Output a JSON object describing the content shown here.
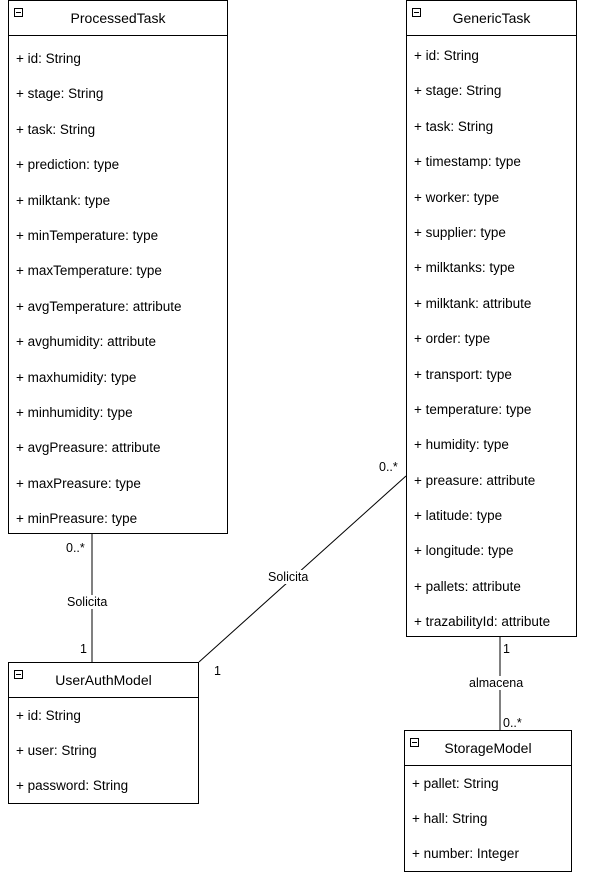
{
  "classes": {
    "processed_task": {
      "name": "ProcessedTask",
      "attributes": [
        "+ id: String",
        "+ stage: String",
        "+ task: String",
        "+ prediction: type",
        "+ milktank: type",
        "+ minTemperature: type",
        "+ maxTemperature: type",
        "+ avgTemperature: attribute",
        "+ avghumidity: attribute",
        "+ maxhumidity: type",
        "+ minhumidity: type",
        "+ avgPreasure: attribute",
        "+ maxPreasure: type",
        "+ minPreasure: type"
      ]
    },
    "generic_task": {
      "name": "GenericTask",
      "attributes": [
        "+ id: String",
        "+ stage: String",
        "+ task: String",
        "+ timestamp: type",
        "+ worker: type",
        "+ supplier: type",
        "+ milktanks: type",
        "+ milktank: attribute",
        "+ order: type",
        "+ transport: type",
        "+ temperature: type",
        "+ humidity: type",
        "+ preasure: attribute",
        "+ latitude: type",
        "+ longitude: type",
        "+ pallets: attribute",
        "+ trazabilityId: attribute"
      ]
    },
    "user_auth_model": {
      "name": "UserAuthModel",
      "attributes": [
        "+ id: String",
        "+ user: String",
        "+ password: String"
      ]
    },
    "storage_model": {
      "name": "StorageModel",
      "attributes": [
        "+ pallet: String",
        "+ hall: String",
        "+ number: Integer"
      ]
    }
  },
  "associations": {
    "processed_user": {
      "label": "Solicita",
      "mult_processed": "0..*",
      "mult_user": "1"
    },
    "generic_user": {
      "label": "Solicita",
      "mult_generic": "0..*",
      "mult_user": "1"
    },
    "generic_storage": {
      "label": "almacena",
      "mult_generic": "1",
      "mult_storage": "0..*"
    }
  }
}
